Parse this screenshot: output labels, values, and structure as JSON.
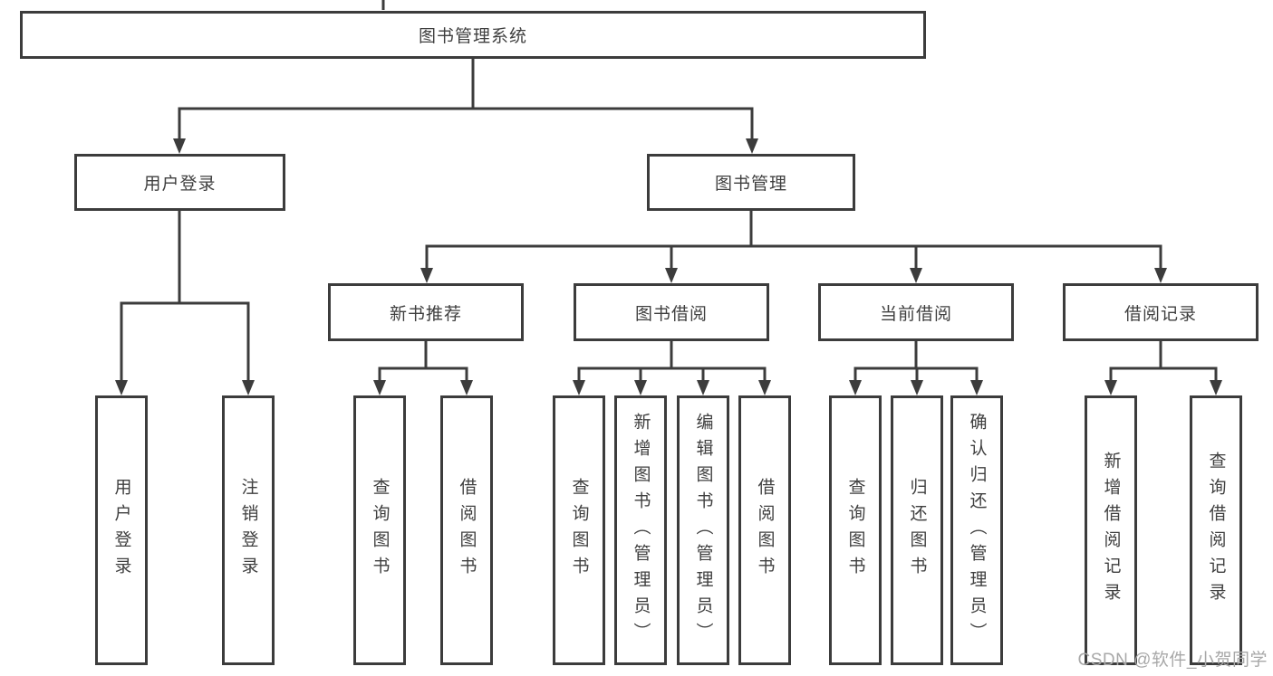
{
  "diagram_title": "图书管理系统",
  "tree": {
    "label": "图书管理系统",
    "children": [
      {
        "label": "用户登录",
        "children": [
          {
            "label": "用户登录"
          },
          {
            "label": "注销登录"
          }
        ]
      },
      {
        "label": "图书管理",
        "children": [
          {
            "label": "新书推荐",
            "children": [
              {
                "label": "查询图书"
              },
              {
                "label": "借阅图书"
              }
            ]
          },
          {
            "label": "图书借阅",
            "children": [
              {
                "label": "查询图书"
              },
              {
                "label": "新增图书（管理员）"
              },
              {
                "label": "编辑图书（管理员）"
              },
              {
                "label": "借阅图书"
              }
            ]
          },
          {
            "label": "当前借阅",
            "children": [
              {
                "label": "查询图书"
              },
              {
                "label": "归还图书"
              },
              {
                "label": "确认归还（管理员）"
              }
            ]
          },
          {
            "label": "借阅记录",
            "children": [
              {
                "label": "新增借阅记录"
              },
              {
                "label": "查询借阅记录"
              }
            ]
          }
        ]
      }
    ]
  },
  "watermark": {
    "text": "CSDN @软件_小贺同学"
  },
  "colors": {
    "line": "#3c3c3c",
    "box_border": "#3c3c3c",
    "text": "#3f3f3f",
    "watermark": "#a8a8a8",
    "background": "#ffffff"
  }
}
